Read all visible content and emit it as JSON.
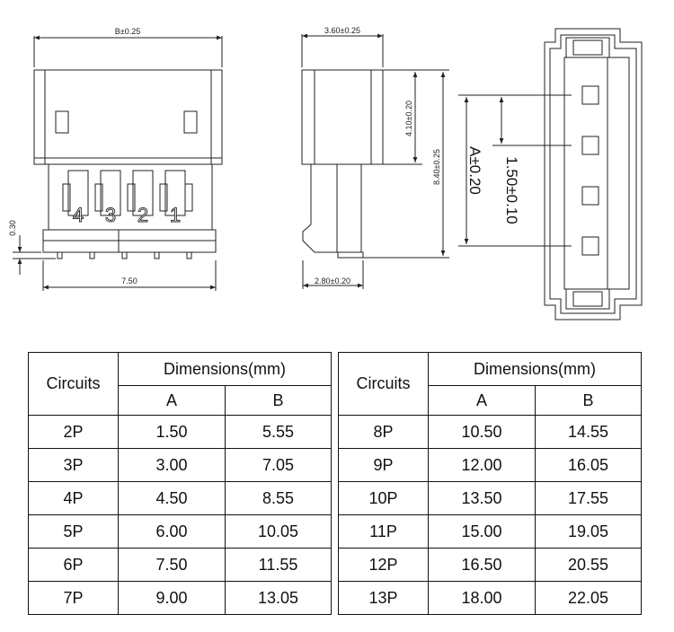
{
  "drawing": {
    "labels": {
      "front_width": "B±0.25",
      "pitch_total": "7.50",
      "pin_offset": "0.30",
      "side_top_width": "3.60±0.25",
      "side_bottom_width": "2.80±0.20",
      "side_height_upper": "4.10±0.20",
      "side_height_total": "8.40±0.25",
      "right_a": "A±0.20",
      "right_pitch": "1.50±0.10"
    },
    "circuit_numbers": [
      "4",
      "3",
      "2",
      "1"
    ]
  },
  "tables": [
    {
      "header": {
        "circuits": "Circuits",
        "group": "Dimensions(mm)",
        "col_a": "A",
        "col_b": "B"
      },
      "rows": [
        {
          "circuits": "2P",
          "a": "1.50",
          "b": "5.55"
        },
        {
          "circuits": "3P",
          "a": "3.00",
          "b": "7.05"
        },
        {
          "circuits": "4P",
          "a": "4.50",
          "b": "8.55"
        },
        {
          "circuits": "5P",
          "a": "6.00",
          "b": "10.05"
        },
        {
          "circuits": "6P",
          "a": "7.50",
          "b": "11.55"
        },
        {
          "circuits": "7P",
          "a": "9.00",
          "b": "13.05"
        }
      ]
    },
    {
      "header": {
        "circuits": "Circuits",
        "group": "Dimensions(mm)",
        "col_a": "A",
        "col_b": "B"
      },
      "rows": [
        {
          "circuits": "8P",
          "a": "10.50",
          "b": "14.55"
        },
        {
          "circuits": "9P",
          "a": "12.00",
          "b": "16.05"
        },
        {
          "circuits": "10P",
          "a": "13.50",
          "b": "17.55"
        },
        {
          "circuits": "11P",
          "a": "15.00",
          "b": "19.05"
        },
        {
          "circuits": "12P",
          "a": "16.50",
          "b": "20.55"
        },
        {
          "circuits": "13P",
          "a": "18.00",
          "b": "22.05"
        }
      ]
    }
  ]
}
